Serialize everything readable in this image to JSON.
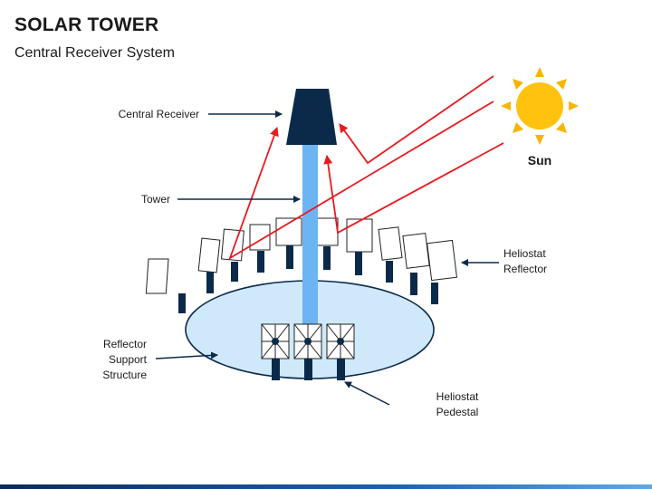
{
  "header": {
    "title": "SOLAR TOWER",
    "subtitle": "Central Receiver System"
  },
  "labels": {
    "central_receiver": "Central Receiver",
    "tower": "Tower",
    "sun": "Sun",
    "heliostat_reflector": [
      "Heliostat",
      "Reflector"
    ],
    "reflector_support_structure": [
      "Reflector",
      "Support",
      "Structure"
    ],
    "heliostat_pedestal": [
      "Heliostat",
      "Pedestal"
    ]
  },
  "colors": {
    "navy": "#0b2a4a",
    "tower_blue": "#6cb4f2",
    "base_fill": "#cfe9fb",
    "ray_red": "#e8191f",
    "sun_fill": "#ffc20e",
    "sun_rays": "#f7b500"
  }
}
